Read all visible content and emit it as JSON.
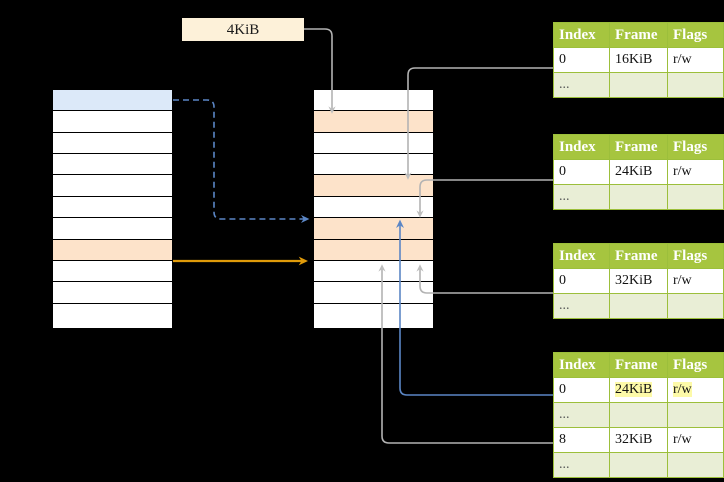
{
  "diagram": {
    "title": "page-table-walk",
    "offset_label": {
      "text": "4KiB"
    },
    "colors": {
      "header_green": "#a6c53f",
      "row_alt_green": "#e9eed6",
      "highlight_yellow": "#fdfaa8",
      "peach_row": "#fde3ca",
      "blue_row": "#dce9f9",
      "orange_arrow": "#e09b0a",
      "blue_arrow": "#5b86c5",
      "gray_arrow": "#b3b3b3",
      "tag_bg": "#fdf1d9"
    },
    "virtual_column": {
      "name": "virtual-address-column",
      "row_count": 11,
      "rows": [
        {
          "fill": "blue"
        },
        {
          "fill": "white"
        },
        {
          "fill": "white"
        },
        {
          "fill": "white"
        },
        {
          "fill": "white"
        },
        {
          "fill": "white"
        },
        {
          "fill": "white"
        },
        {
          "fill": "peach"
        },
        {
          "fill": "white"
        },
        {
          "fill": "white"
        },
        {
          "fill": "white"
        }
      ]
    },
    "physical_column": {
      "name": "physical-memory-column",
      "row_count": 11,
      "rows": [
        {
          "fill": "white"
        },
        {
          "fill": "peach"
        },
        {
          "fill": "white"
        },
        {
          "fill": "white"
        },
        {
          "fill": "peach"
        },
        {
          "fill": "white"
        },
        {
          "fill": "peach"
        },
        {
          "fill": "peach"
        },
        {
          "fill": "white"
        },
        {
          "fill": "white"
        },
        {
          "fill": "white"
        }
      ]
    },
    "tables": [
      {
        "name": "page-table-level-1",
        "columns": [
          "Index",
          "Frame",
          "Flags"
        ],
        "rows": [
          {
            "type": "data",
            "cells": [
              "0",
              "16KiB",
              "r/w"
            ],
            "highlight": []
          },
          {
            "type": "dots",
            "cells": [
              "...",
              "",
              ""
            ],
            "highlight": []
          }
        ]
      },
      {
        "name": "page-table-level-2",
        "columns": [
          "Index",
          "Frame",
          "Flags"
        ],
        "rows": [
          {
            "type": "data",
            "cells": [
              "0",
              "24KiB",
              "r/w"
            ],
            "highlight": []
          },
          {
            "type": "dots",
            "cells": [
              "...",
              "",
              ""
            ],
            "highlight": []
          }
        ]
      },
      {
        "name": "page-table-level-3",
        "columns": [
          "Index",
          "Frame",
          "Flags"
        ],
        "rows": [
          {
            "type": "data",
            "cells": [
              "0",
              "32KiB",
              "r/w"
            ],
            "highlight": []
          },
          {
            "type": "dots",
            "cells": [
              "...",
              "",
              ""
            ],
            "highlight": []
          }
        ]
      },
      {
        "name": "page-table-level-4",
        "columns": [
          "Index",
          "Frame",
          "Flags"
        ],
        "rows": [
          {
            "type": "data",
            "cells": [
              "0",
              "24KiB",
              "r/w"
            ],
            "highlight": [
              1,
              2
            ]
          },
          {
            "type": "dots",
            "cells": [
              "...",
              "",
              ""
            ],
            "highlight": []
          },
          {
            "type": "data",
            "cells": [
              "8",
              "32KiB",
              "r/w"
            ],
            "highlight": []
          },
          {
            "type": "dots",
            "cells": [
              "...",
              "",
              ""
            ],
            "highlight": []
          }
        ]
      }
    ],
    "connectors": [
      {
        "name": "offset-to-physical",
        "style": "solid-gray"
      },
      {
        "name": "virtual-to-physical-dashed",
        "style": "dashed-blue"
      },
      {
        "name": "virtual-highlight-to-physical",
        "style": "solid-orange"
      },
      {
        "name": "table1-to-physical",
        "style": "solid-gray"
      },
      {
        "name": "table2-to-physical",
        "style": "solid-gray"
      },
      {
        "name": "table3-to-physical",
        "style": "solid-gray"
      },
      {
        "name": "table4-row8-to-physical",
        "style": "solid-gray"
      },
      {
        "name": "table4-row0-to-physical",
        "style": "solid-blue"
      }
    ]
  }
}
